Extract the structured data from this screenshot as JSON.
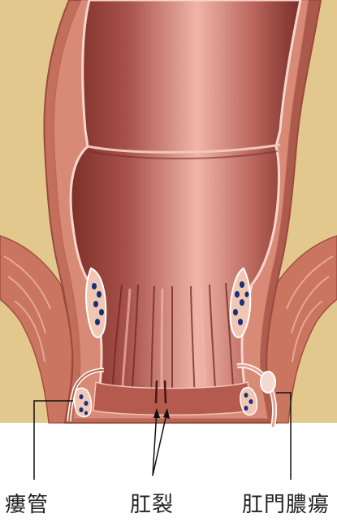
{
  "labels": {
    "fistula": "瘻管",
    "fissure": "肛裂",
    "abscess": "肛門膿瘍"
  },
  "colors": {
    "background": "#e3c88e",
    "outer_wall": "#b5624f",
    "muscle": "#cf8573",
    "lumen_light": "#e9a79c",
    "lumen_dark": "#8c3b34",
    "gland_fill": "#f1c6b2",
    "gland_dots": "#16307a",
    "pointer_lines": "#111111"
  }
}
